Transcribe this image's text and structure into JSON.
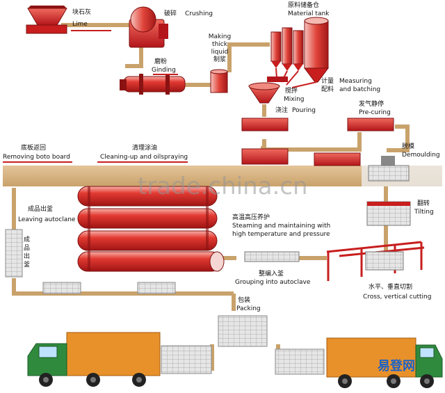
{
  "labels": {
    "lime": "块石灰",
    "lime_en": "Lime",
    "crushing": "破碎",
    "crushing_en": "Crushing",
    "grinding": "磨粉",
    "grinding_en": "Ginding",
    "making_liquid": [
      "Making",
      "thick",
      "liquid",
      "制浆"
    ],
    "material_tank": "原料储备仓",
    "material_tank_en": "Material tank",
    "measuring": "计量",
    "measuring_en": "Measuring",
    "batching": "配料",
    "batching_en": "and batching",
    "mixing": "搅拌",
    "mixing_en": "Mixing",
    "pouring": "浇注",
    "pouring_en": "Pouring",
    "precuring": "发气静停",
    "precuring_en": "Pre-curing",
    "demoulding": "脱模",
    "demoulding_en": "Demoulding",
    "removing_board": "底板返回",
    "removing_board_en": "Removing boto board",
    "cleaning": "清理涂油",
    "cleaning_en": "Cleaning-up and oilspraying",
    "leaving_cn": "成品出釜",
    "leaving_en": "Leaving autoclane",
    "steaming_cn": "高温高压养护",
    "steaming_en1": "Steaming and maintaining with",
    "steaming_en2": "high temperature and pressure",
    "tilting_cn": "翻转",
    "tilting_en": "Tilting",
    "product_out_vertical": [
      "成",
      "品",
      "出",
      "釜"
    ],
    "grouping_cn": "整编入釜",
    "grouping_en": "Grouping into autoclave",
    "cutting_cn": "水平、垂直切割",
    "cutting_en": "Cross, vertical cutting",
    "packing_cn": "包装",
    "packing_en": "Packing"
  },
  "watermark": "trade.china.cn",
  "logo_text": "易登网",
  "colors": {
    "pipe": "#c9a26b",
    "machine_red": "#d62222",
    "autoclave": "#e8403a",
    "truck_box": "#e8912a",
    "truck_cab": "#2f8a3e"
  }
}
